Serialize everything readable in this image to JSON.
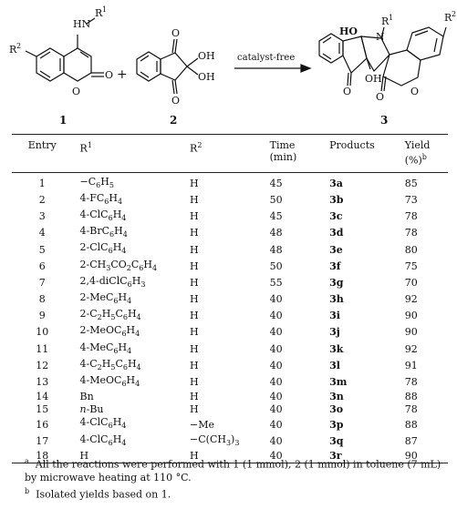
{
  "scheme": {
    "compound_labels": [
      "1",
      "2",
      "3"
    ],
    "plus": "+",
    "arrow_label": "catalyst-free",
    "atom_labels": {
      "hn": "HN",
      "r1": "R",
      "r1_sup": "1",
      "r2": "R",
      "r2_sup": "2",
      "o": "O",
      "oh": "OH",
      "ho": "HO",
      "n": "N"
    }
  },
  "table": {
    "headers": {
      "entry": "Entry",
      "r1": "R",
      "r1_sup": "1",
      "r2": "R",
      "r2_sup": "2",
      "time": "Time",
      "time_unit": "(min)",
      "products": "Products",
      "yield": "Yield",
      "yield_unit": "(%)",
      "yield_sup": "b"
    },
    "rows": [
      {
        "entry": "1",
        "r1": "−C6H5",
        "r2": "H",
        "time": "45",
        "product": "3a",
        "yield": "85"
      },
      {
        "entry": "2",
        "r1": "4-FC6H4",
        "r2": "H",
        "time": "50",
        "product": "3b",
        "yield": "73"
      },
      {
        "entry": "3",
        "r1": "4-ClC6H4",
        "r2": "H",
        "time": "45",
        "product": "3c",
        "yield": "78"
      },
      {
        "entry": "4",
        "r1": "4-BrC6H4",
        "r2": "H",
        "time": "48",
        "product": "3d",
        "yield": "78"
      },
      {
        "entry": "5",
        "r1": "2-ClC6H4",
        "r2": "H",
        "time": "48",
        "product": "3e",
        "yield": "80"
      },
      {
        "entry": "6",
        "r1": "2-CH3CO2C6H4",
        "r2": "H",
        "time": "50",
        "product": "3f",
        "yield": "75"
      },
      {
        "entry": "7",
        "r1": "2,4-diClC6H3",
        "r2": "H",
        "time": "55",
        "product": "3g",
        "yield": "70"
      },
      {
        "entry": "8",
        "r1": "2-MeC6H4",
        "r2": "H",
        "time": "40",
        "product": "3h",
        "yield": "92"
      },
      {
        "entry": "9",
        "r1": "2-C2H5C6H4",
        "r2": "H",
        "time": "40",
        "product": "3i",
        "yield": "90"
      },
      {
        "entry": "10",
        "r1": "2-MeOC6H4",
        "r2": "H",
        "time": "40",
        "product": "3j",
        "yield": "90"
      },
      {
        "entry": "11",
        "r1": "4-MeC6H4",
        "r2": "H",
        "time": "40",
        "product": "3k",
        "yield": "92"
      },
      {
        "entry": "12",
        "r1": "4-C2H5C6H4",
        "r2": "H",
        "time": "40",
        "product": "3l",
        "yield": "91"
      },
      {
        "entry": "13",
        "r1": "4-MeOC6H4",
        "r2": "H",
        "time": "40",
        "product": "3m",
        "yield": "78"
      },
      {
        "entry": "14",
        "r1": "Bn",
        "r2": "H",
        "time": "40",
        "product": "3n",
        "yield": "88"
      },
      {
        "entry": "15",
        "r1": "n-Bu",
        "r2": "H",
        "time": "40",
        "product": "3o",
        "yield": "78"
      },
      {
        "entry": "16",
        "r1": "4-ClC6H4",
        "r2": "−Me",
        "time": "40",
        "product": "3p",
        "yield": "88"
      },
      {
        "entry": "17",
        "r1": "4-ClC6H4",
        "r2": "−C(CH3)3",
        "time": "40",
        "product": "3q",
        "yield": "87"
      },
      {
        "entry": "18",
        "r1": "H",
        "r2": "H",
        "time": "40",
        "product": "3r",
        "yield": "90"
      }
    ]
  },
  "footnotes": {
    "a_mark": "a",
    "a_text": "All the reactions were performed with 1 (1 mmol), 2 (1 mmol) in toluene (7 mL) by microwave heating at 110 °C.",
    "b_mark": "b",
    "b_text": "Isolated yields based on 1."
  }
}
